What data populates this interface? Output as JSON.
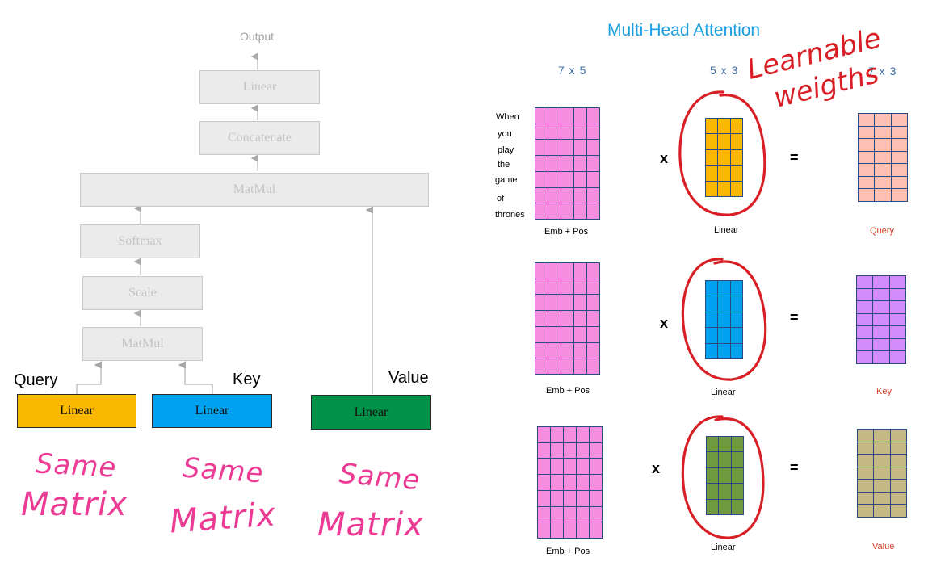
{
  "left": {
    "output_label": "Output",
    "linear_top": "Linear",
    "concatenate": "Concatenate",
    "matmul_top": "MatMul",
    "softmax": "Softmax",
    "scale": "Scale",
    "matmul_bottom": "MatMul",
    "inputs": [
      {
        "label": "Query",
        "box": "Linear",
        "color": "#fbb800"
      },
      {
        "label": "Key",
        "box": "Linear",
        "color": "#00a2f0"
      },
      {
        "label": "Value",
        "box": "Linear",
        "color": "#009248"
      }
    ],
    "annotations": [
      {
        "line1": "Same",
        "line2": "Matrix"
      },
      {
        "line1": "Same",
        "line2": "Matrix"
      },
      {
        "line1": "Same",
        "line2": "Matrix"
      }
    ],
    "annotation_color": "#ec3b95"
  },
  "right": {
    "title": "Multi-Head Attention",
    "dims": {
      "input": "7 x 5",
      "weights": "5 x 3",
      "output": "7 x 3"
    },
    "words": [
      "When",
      "you",
      "play",
      "the",
      "game",
      "of",
      "thrones"
    ],
    "handwritten": {
      "line1": "Learnable",
      "line2": "weigths",
      "color": "#d91f26"
    },
    "rows": [
      {
        "times": "x",
        "equals": "=",
        "input_caption": "Emb + Pos",
        "weight_caption": "Linear",
        "output_caption": "Query",
        "weight_color": "#fbb800",
        "output_color": "#fcc0b4"
      },
      {
        "times": "x",
        "equals": "=",
        "input_caption": "Emb + Pos",
        "weight_caption": "Linear",
        "output_caption": "Key",
        "weight_color": "#00a2f0",
        "output_color": "#d38bfb"
      },
      {
        "times": "x",
        "equals": "=",
        "input_caption": "Emb + Pos",
        "weight_caption": "Linear",
        "output_caption": "Value",
        "weight_color": "#6f9a3e",
        "output_color": "#c4b885"
      }
    ],
    "input_color": "#f58ede"
  }
}
